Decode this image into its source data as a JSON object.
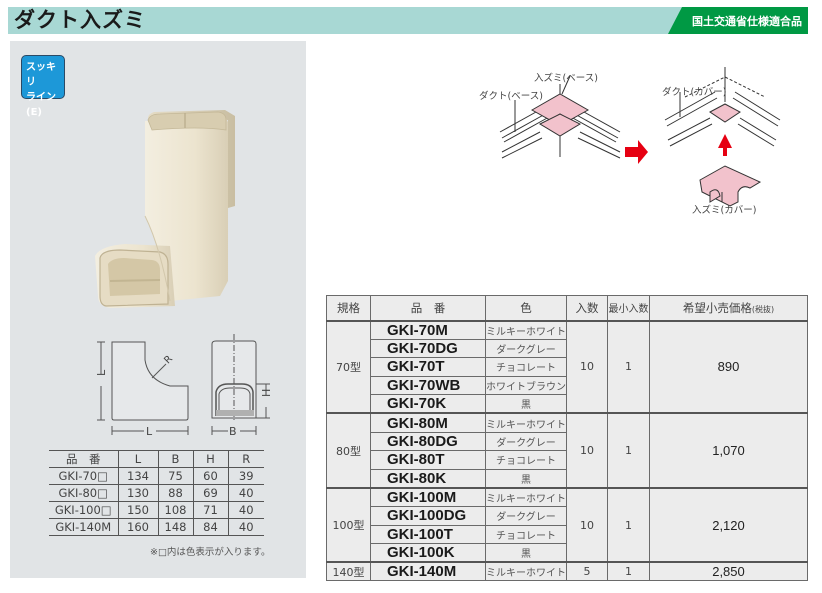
{
  "header": {
    "title": "ダクト入ズミ",
    "spec_badge": "国土交通省仕様適合品",
    "colors": {
      "bar": "#a8d8d4",
      "badge": "#009944"
    }
  },
  "product_panel": {
    "line_badge": [
      "スッキリ",
      "ライン(E)"
    ],
    "badge_color": "#1d98d8",
    "drawing_labels": {
      "L_vertical": "L",
      "L_horizontal": "L",
      "R": "R",
      "B": "B",
      "H": "H"
    }
  },
  "dimension_table": {
    "headers": [
      "品　番",
      "L",
      "B",
      "H",
      "R"
    ],
    "rows": [
      [
        "GKI-70□",
        "134",
        "75",
        "60",
        "39"
      ],
      [
        "GKI-80□",
        "130",
        "88",
        "69",
        "40"
      ],
      [
        "GKI-100□",
        "150",
        "108",
        "71",
        "40"
      ],
      [
        "GKI-140M",
        "160",
        "148",
        "84",
        "40"
      ]
    ],
    "note": "※□内は色表示が入ります。"
  },
  "install_diagram": {
    "labels": {
      "fitting_base": "入ズミ(ベース)",
      "duct_base": "ダクト(ベース)",
      "duct_cover": "ダクト(カバー)",
      "fitting_cover": "入ズミ(カバー)"
    },
    "arrow_color": "#e60012"
  },
  "price_table": {
    "headers": {
      "size": "規格",
      "part_no": "品　番",
      "color": "色",
      "qty": "入数",
      "min_qty": "最小入数",
      "price": "希望小売価格",
      "price_note": "(税抜)"
    },
    "groups": [
      {
        "size": "70型",
        "qty": "10",
        "min_qty": "1",
        "price": "890",
        "items": [
          {
            "part_no": "GKI-70M",
            "color": "ミルキーホワイト"
          },
          {
            "part_no": "GKI-70DG",
            "color": "ダークグレー"
          },
          {
            "part_no": "GKI-70T",
            "color": "チョコレート"
          },
          {
            "part_no": "GKI-70WB",
            "color": "ホワイトブラウン"
          },
          {
            "part_no": "GKI-70K",
            "color": "黒"
          }
        ]
      },
      {
        "size": "80型",
        "qty": "10",
        "min_qty": "1",
        "price": "1,070",
        "items": [
          {
            "part_no": "GKI-80M",
            "color": "ミルキーホワイト"
          },
          {
            "part_no": "GKI-80DG",
            "color": "ダークグレー"
          },
          {
            "part_no": "GKI-80T",
            "color": "チョコレート"
          },
          {
            "part_no": "GKI-80K",
            "color": "黒"
          }
        ]
      },
      {
        "size": "100型",
        "qty": "10",
        "min_qty": "1",
        "price": "2,120",
        "items": [
          {
            "part_no": "GKI-100M",
            "color": "ミルキーホワイト"
          },
          {
            "part_no": "GKI-100DG",
            "color": "ダークグレー"
          },
          {
            "part_no": "GKI-100T",
            "color": "チョコレート"
          },
          {
            "part_no": "GKI-100K",
            "color": "黒"
          }
        ]
      },
      {
        "size": "140型",
        "qty": "5",
        "min_qty": "1",
        "price": "2,850",
        "items": [
          {
            "part_no": "GKI-140M",
            "color": "ミルキーホワイト"
          }
        ]
      }
    ]
  }
}
